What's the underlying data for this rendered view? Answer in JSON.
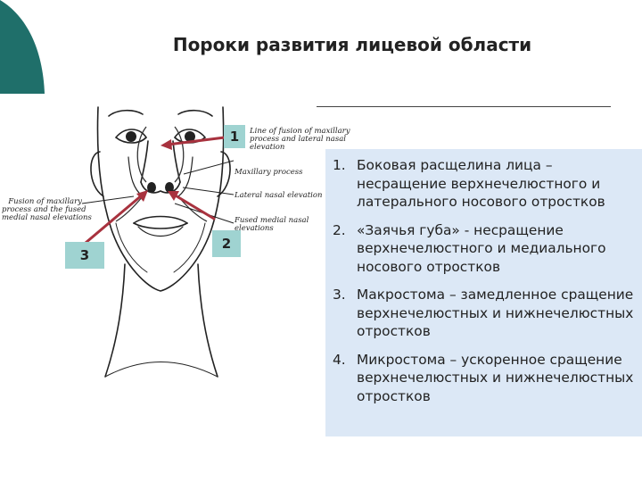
{
  "title": "Пороки развития лицевой области",
  "figure": {
    "badges": [
      "1",
      "2",
      "3"
    ],
    "label_right_1_line1": "Line of fusion of maxillary",
    "label_right_1_line2": "process and lateral nasal",
    "label_right_1_line3": "elevation",
    "label_maxillary": "Maxillary process",
    "label_lateral": "Lateral nasal elevation",
    "label_medial_line1": "Fused medial nasal",
    "label_medial_line2": "elevations",
    "label_left_line1": "Fusion of maxillary",
    "label_left_line2": "process and the fused",
    "label_left_line3": "medial nasal elevations"
  },
  "list": [
    {
      "num": "1.",
      "text": "Боковая расщелина лица – несращение верхнечелюстного и латерального носового отростков"
    },
    {
      "num": "2.",
      "text": "«Заячья губа» - несращение верхнечелюстного и медиального носового отростков"
    },
    {
      "num": "3.",
      "text": "Макростома – замедленное сращение верхнечелюстных и нижнечелюстных отростков"
    },
    {
      "num": "4.",
      "text": "Микростома – ускоренное сращение верхнечелюстных и нижнечелюстных отростков"
    }
  ],
  "colors": {
    "accent": "#1f6f6a",
    "badge": "#9fd3d1",
    "panel": "#dce8f6",
    "arrow": "#a8323e"
  }
}
